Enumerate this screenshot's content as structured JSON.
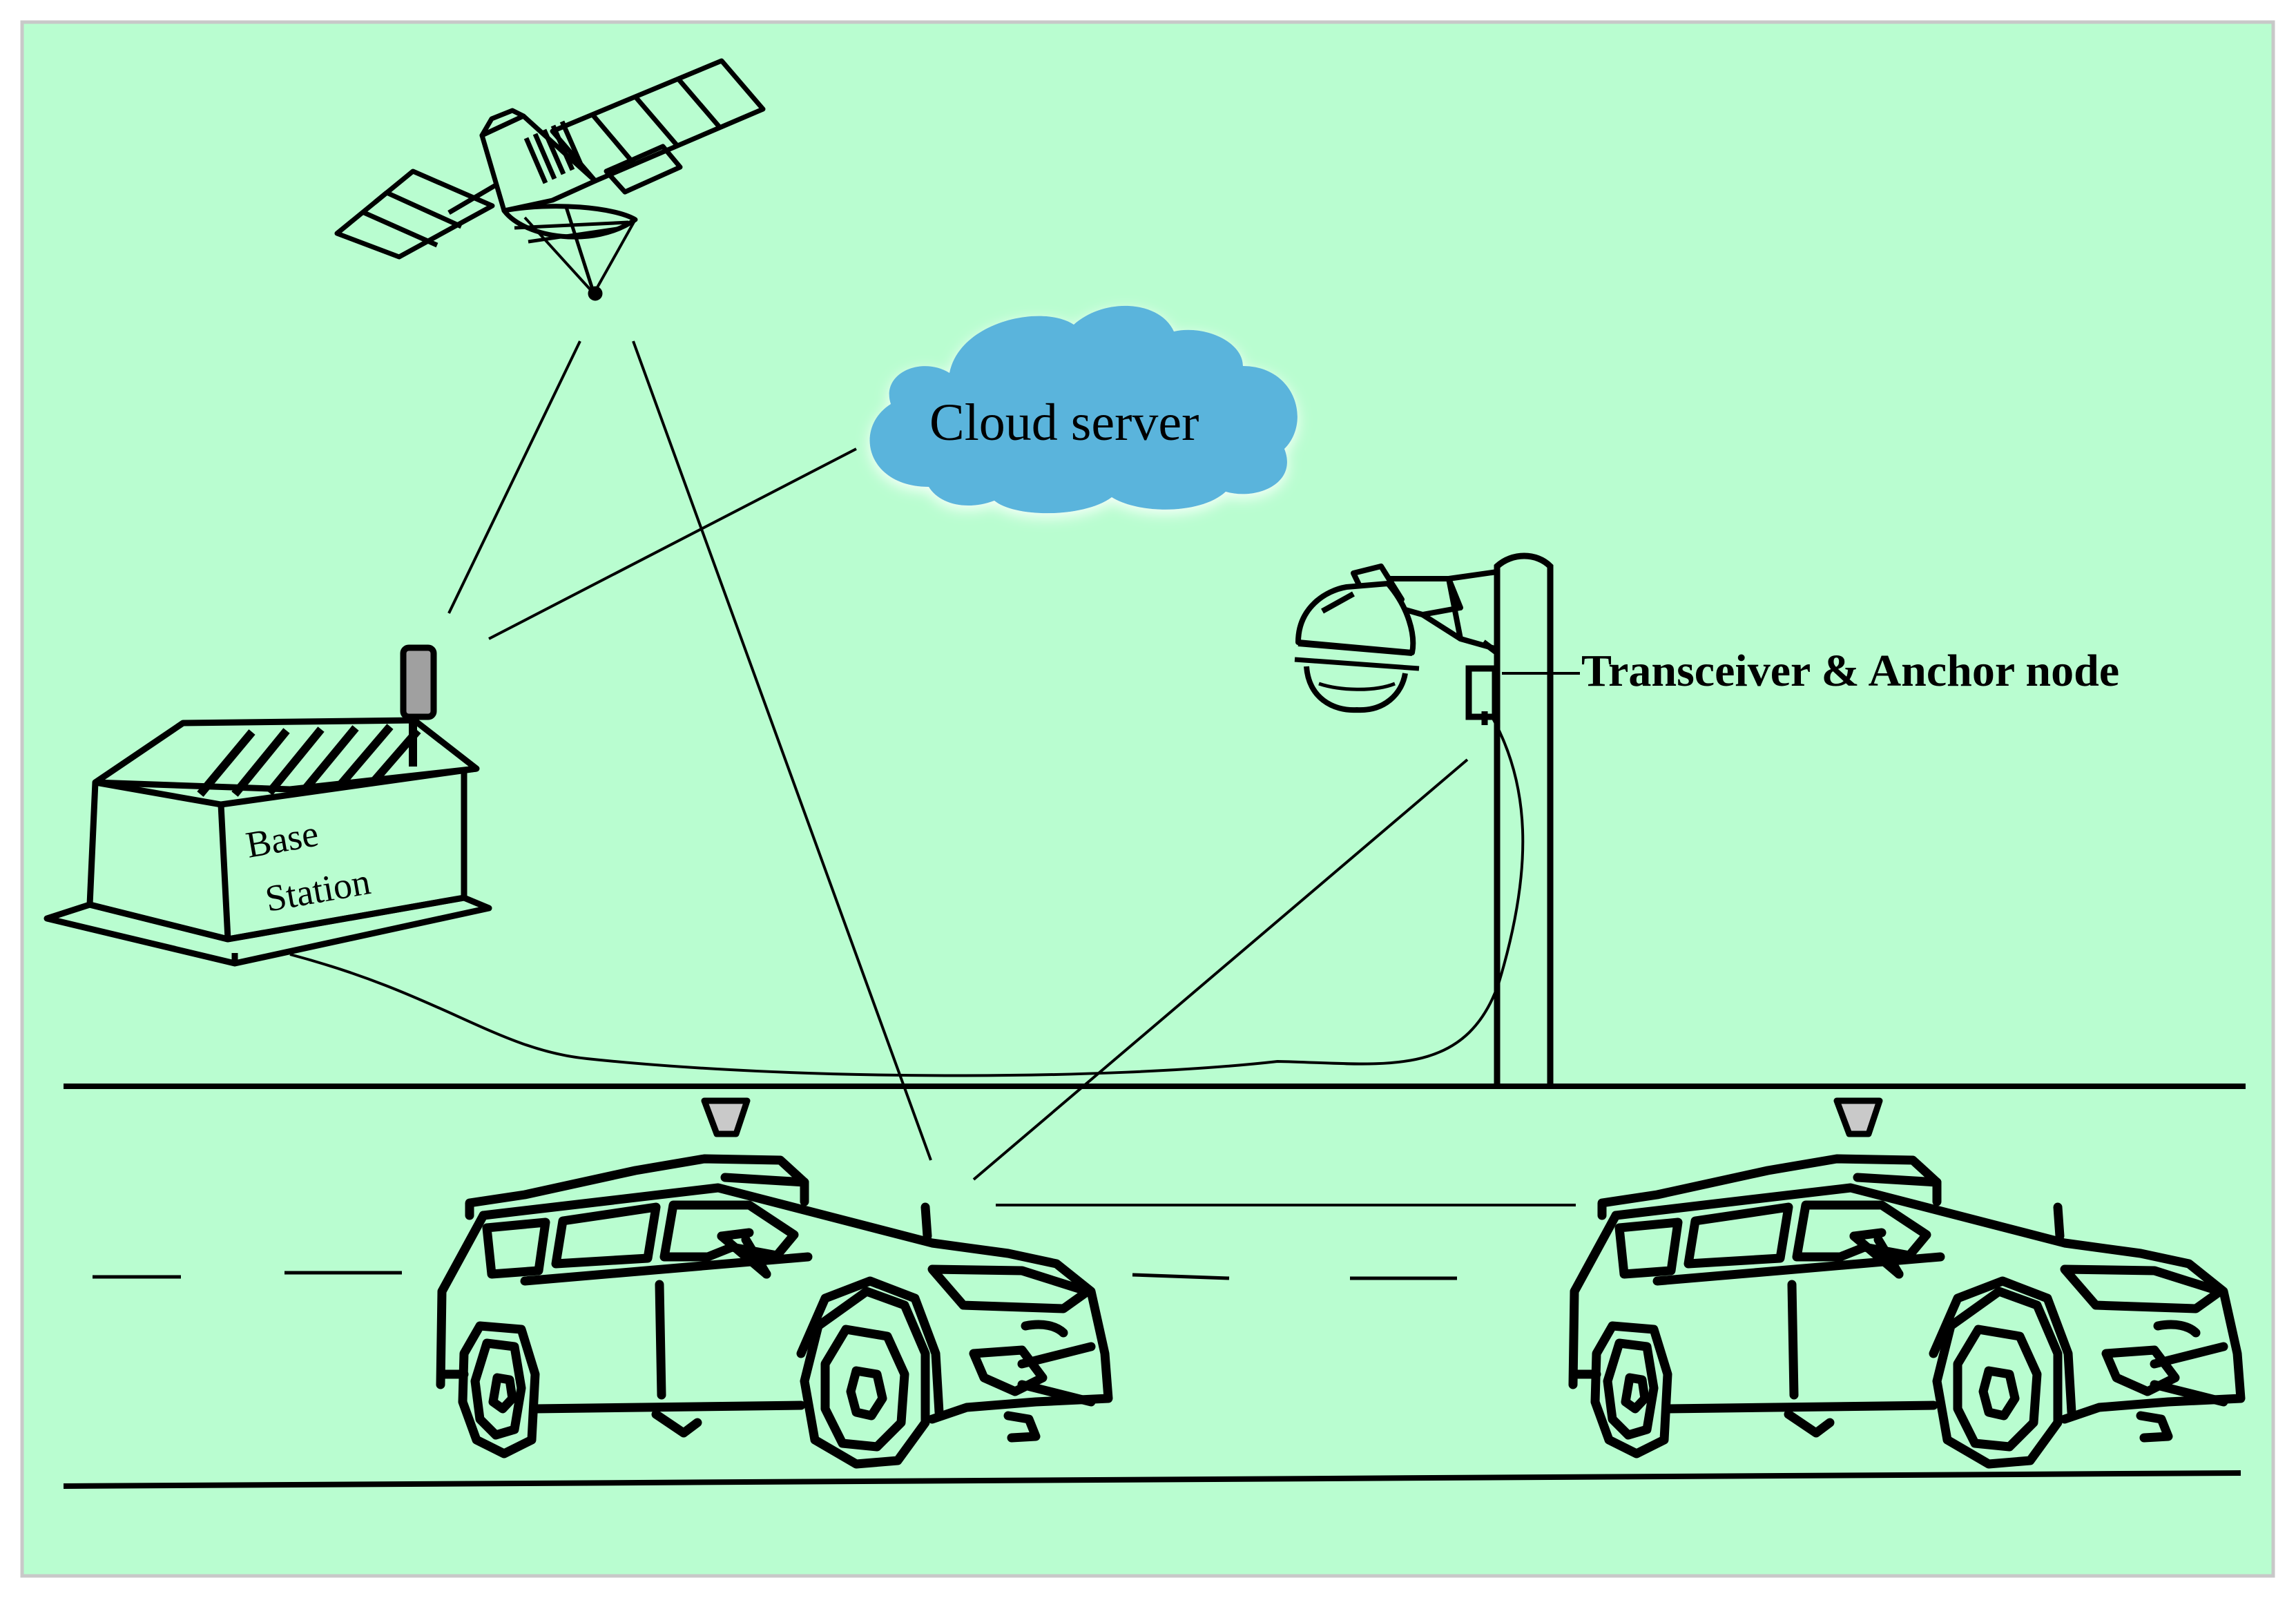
{
  "colors": {
    "background": "#b9fdd0",
    "border": "#c8c8c8",
    "cloud": "#5ab4dc",
    "ink": "#000000",
    "mast": "#a0a0a0",
    "sensor": "#c9c9c9"
  },
  "labels": {
    "cloud_server": "Cloud server",
    "base_station_line1": "Base",
    "base_station_line2": "Station",
    "transceiver": "Transceiver & Anchor node"
  },
  "icons": [
    "satellite-icon",
    "cloud-icon",
    "base-station-icon",
    "camera-icon",
    "car-icon"
  ]
}
